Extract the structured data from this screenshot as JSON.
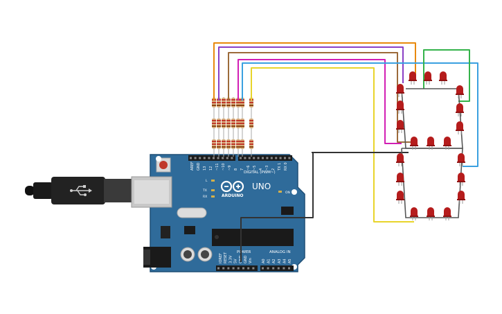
{
  "board": {
    "name": "UNO",
    "brand": "ARDUINO",
    "digital_header_label": "DIGITAL (PWM~)",
    "power_label": "POWER",
    "analog_label": "ANALOG IN",
    "on_label": "ON",
    "led_labels": [
      "L",
      "TX",
      "RX"
    ],
    "digital_pins": [
      "AREF",
      "GND",
      "13",
      "12",
      "~11",
      "~10",
      "~9",
      "8",
      "7",
      "~6",
      "~5",
      "4",
      "~3",
      "2",
      "TX 1",
      "RX 0"
    ],
    "power_pins": [
      "IOREF",
      "RESET",
      "3.3V",
      "5V",
      "GND",
      "GND",
      "Vin"
    ],
    "analog_pins": [
      "A0",
      "A1",
      "A2",
      "A3",
      "A4",
      "A5"
    ]
  },
  "colors": {
    "board": "#2f6b9a",
    "board_edge": "#1f4f76",
    "wire_orange": "#e8890c",
    "wire_purple": "#8a3fc4",
    "wire_brown": "#9c6a3a",
    "wire_magenta": "#d21eb4",
    "wire_blue": "#3aa0e0",
    "wire_yellow": "#e8d42a",
    "wire_green": "#34b34a",
    "wire_black": "#333333",
    "led": "#b51c1c"
  },
  "icons": [
    "usb-cable-icon",
    "arduino-logo-icon",
    "reset-button-icon",
    "power-jack-icon"
  ]
}
